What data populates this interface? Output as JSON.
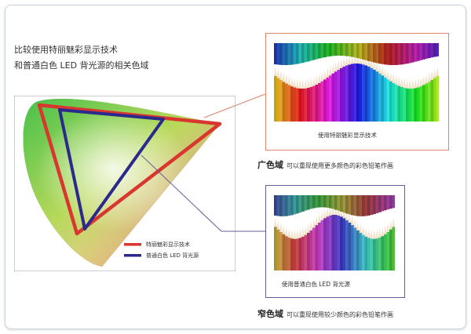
{
  "heading": {
    "line1": "比较使用特丽魅彩显示技术",
    "line2": "和普通白色 LED 背光源的相关色域"
  },
  "legend": [
    {
      "label": "特丽魅彩显示技术",
      "color": "#d8362e"
    },
    {
      "label": "普通白色 LED 背光源",
      "color": "#2b2a8c"
    }
  ],
  "wide_panel": {
    "caption": "使用特丽魅彩显示技术",
    "title": "广色域",
    "description": "可以重现使用更多颜色的彩色铅笔作画"
  },
  "narrow_panel": {
    "caption": "使用普通白色 LED 背光源",
    "title": "窄色域",
    "description": "可以重现使用较少颜色的彩色铅笔作画"
  },
  "colors": {
    "wide_border": "#e0846a",
    "narrow_border": "#6a5a9a"
  }
}
